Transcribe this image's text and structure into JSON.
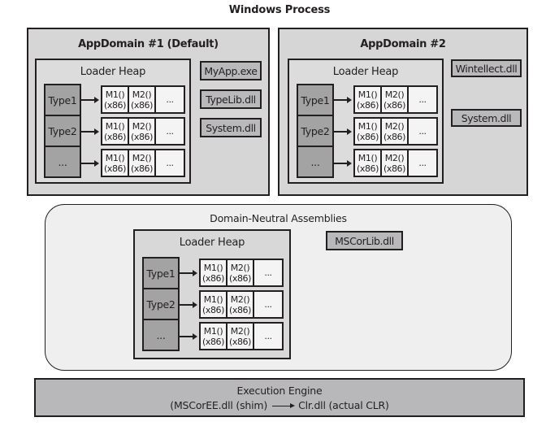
{
  "title": "Windows Process",
  "app_domains": [
    {
      "title": "AppDomain #1 (Default)",
      "loader_heap": {
        "title": "Loader Heap",
        "types": [
          "Type1",
          "Type2",
          "..."
        ],
        "methods": [
          {
            "m1": "M1()",
            "m1_arch": "(x86)",
            "m2": "M2()",
            "m2_arch": "(x86)",
            "more": "..."
          },
          {
            "m1": "M1()",
            "m1_arch": "(x86)",
            "m2": "M2()",
            "m2_arch": "(x86)",
            "more": "..."
          },
          {
            "m1": "M1()",
            "m1_arch": "(x86)",
            "m2": "M2()",
            "m2_arch": "(x86)",
            "more": "..."
          }
        ]
      },
      "assemblies": [
        "MyApp.exe",
        "TypeLib.dll",
        "System.dll"
      ]
    },
    {
      "title": "AppDomain #2",
      "loader_heap": {
        "title": "Loader Heap",
        "types": [
          "Type1",
          "Type2",
          "..."
        ],
        "methods": [
          {
            "m1": "M1()",
            "m1_arch": "(x86)",
            "m2": "M2()",
            "m2_arch": "(x86)",
            "more": "..."
          },
          {
            "m1": "M1()",
            "m1_arch": "(x86)",
            "m2": "M2()",
            "m2_arch": "(x86)",
            "more": "..."
          },
          {
            "m1": "M1()",
            "m1_arch": "(x86)",
            "m2": "M2()",
            "m2_arch": "(x86)",
            "more": "..."
          }
        ]
      },
      "assemblies": [
        "Wintellect.dll",
        "System.dll"
      ]
    }
  ],
  "domain_neutral": {
    "title": "Domain-Neutral Assemblies",
    "loader_heap": {
      "title": "Loader Heap",
      "types": [
        "Type1",
        "Type2",
        "..."
      ],
      "methods": [
        {
          "m1": "M1()",
          "m1_arch": "(x86)",
          "m2": "M2()",
          "m2_arch": "(x86)",
          "more": "..."
        },
        {
          "m1": "M1()",
          "m1_arch": "(x86)",
          "m2": "M2()",
          "m2_arch": "(x86)",
          "more": "..."
        },
        {
          "m1": "M1()",
          "m1_arch": "(x86)",
          "m2": "M2()",
          "m2_arch": "(x86)",
          "more": "..."
        }
      ]
    },
    "assemblies": [
      "MSCorLib.dll"
    ]
  },
  "execution_engine": {
    "title": "Execution Engine",
    "shim": "(MSCorEE.dll (shim)",
    "clr": "Clr.dll (actual CLR)"
  },
  "colors": {
    "appdomain_fill": "#d6d6d6",
    "type_fill": "#a3a3a3",
    "assembly_fill": "#b9b9bb",
    "method_fill": "#f4f4f4",
    "neutral_fill": "#efefef",
    "engine_fill": "#b8b8ba",
    "stroke": "#231f20"
  }
}
